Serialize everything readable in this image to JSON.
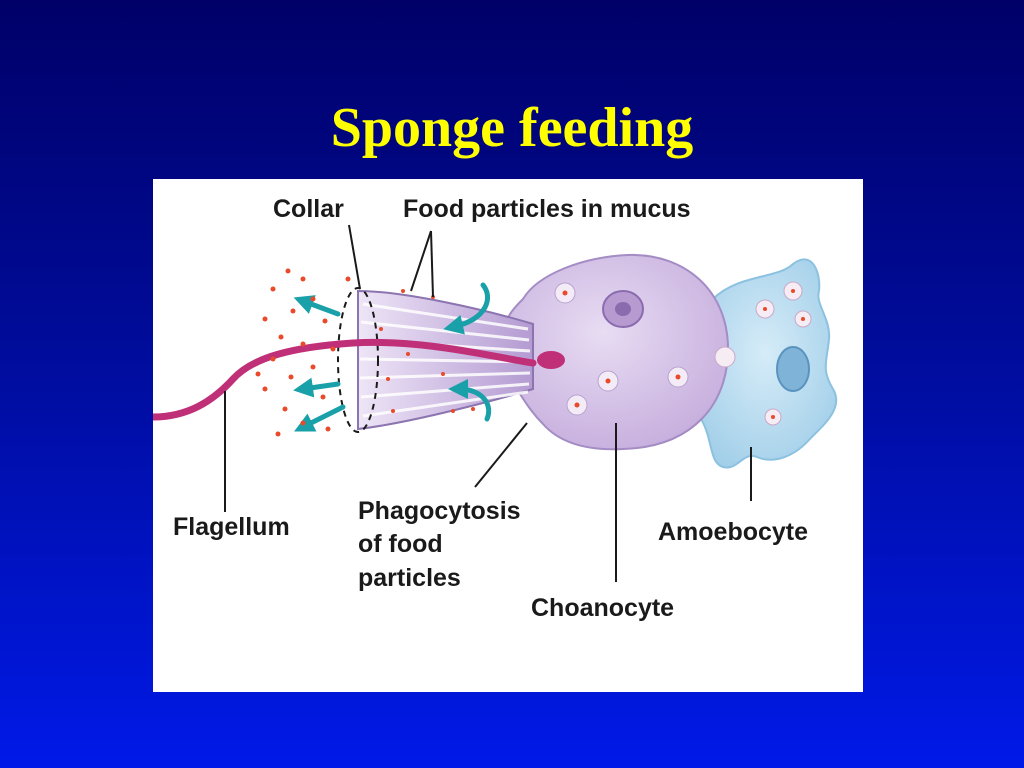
{
  "slide": {
    "title": "Sponge feeding"
  },
  "diagram": {
    "labels": {
      "collar": "Collar",
      "food_particles": "Food particles in mucus",
      "flagellum": "Flagellum",
      "phagocytosis_line1": "Phagocytosis",
      "phagocytosis_line2": "of food",
      "phagocytosis_line3": "particles",
      "choanocyte": "Choanocyte",
      "amoebocyte": "Amoebocyte"
    },
    "colors": {
      "background": "#00109c",
      "title": "#ffff00",
      "choanocyte": "#d6c2e8",
      "amoebocyte": "#bfe0f2",
      "flagellum": "#c03078",
      "water_flow_arrows": "#1aa0a8",
      "food_particles": "#e84a2a"
    }
  }
}
